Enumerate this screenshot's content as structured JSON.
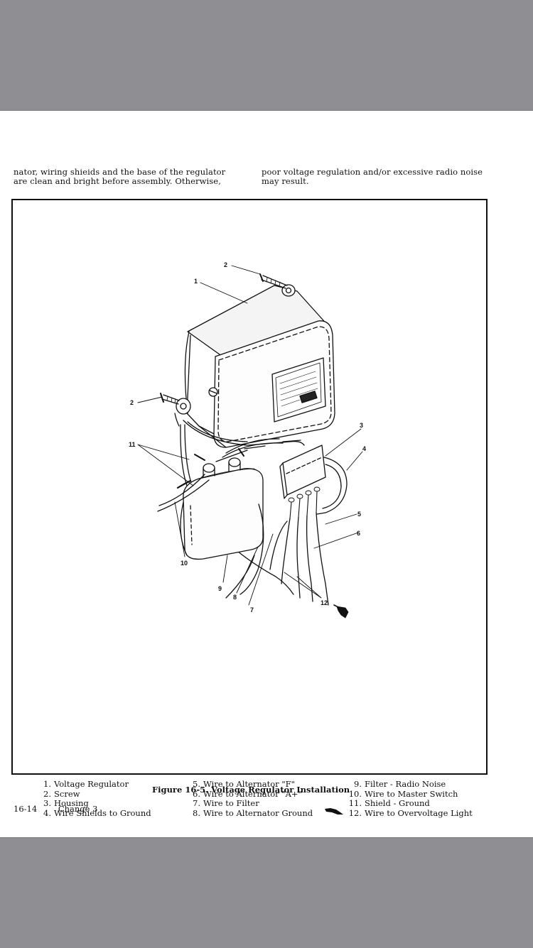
{
  "intro": {
    "left": [
      "nator, wiring shieids and the base of the regulator",
      "are clean and bright before assembly.  Otherwise,"
    ],
    "right": [
      "poor voltage regulation and/or excessive radio noise",
      "may result."
    ]
  },
  "callouts": [
    "1",
    "2",
    "2",
    "3",
    "4",
    "5",
    "6",
    "7",
    "8",
    "9",
    "10",
    "11",
    "12"
  ],
  "legend": {
    "col1": [
      {
        "num": "1.",
        "text": "Voltage Regulator"
      },
      {
        "num": "2.",
        "text": "Screw"
      },
      {
        "num": "3.",
        "text": "Housing"
      },
      {
        "num": "4.",
        "text": "Wire Shields to Ground"
      }
    ],
    "col2": [
      {
        "num": "5.",
        "text": "Wire to Alternator \"F\""
      },
      {
        "num": "6.",
        "text": "Wire to Alternator \"A+\""
      },
      {
        "num": "7.",
        "text": "Wire to Filter"
      },
      {
        "num": "8.",
        "text": "Wire to Alternator Ground"
      }
    ],
    "col3": [
      {
        "num": "9.",
        "text": "Filter - Radio Noise"
      },
      {
        "num": "10.",
        "text": "Wire to Master Switch"
      },
      {
        "num": "11.",
        "text": "Shield - Ground"
      },
      {
        "num": "12.",
        "text": "Wire to Overvoltage Light"
      }
    ]
  },
  "caption": "Figure 16-5.  Voltage Regulator Installation",
  "footer": {
    "page": "16-14",
    "change": "Change 3"
  },
  "icons": {
    "pointer": "pointing-hand-icon"
  }
}
